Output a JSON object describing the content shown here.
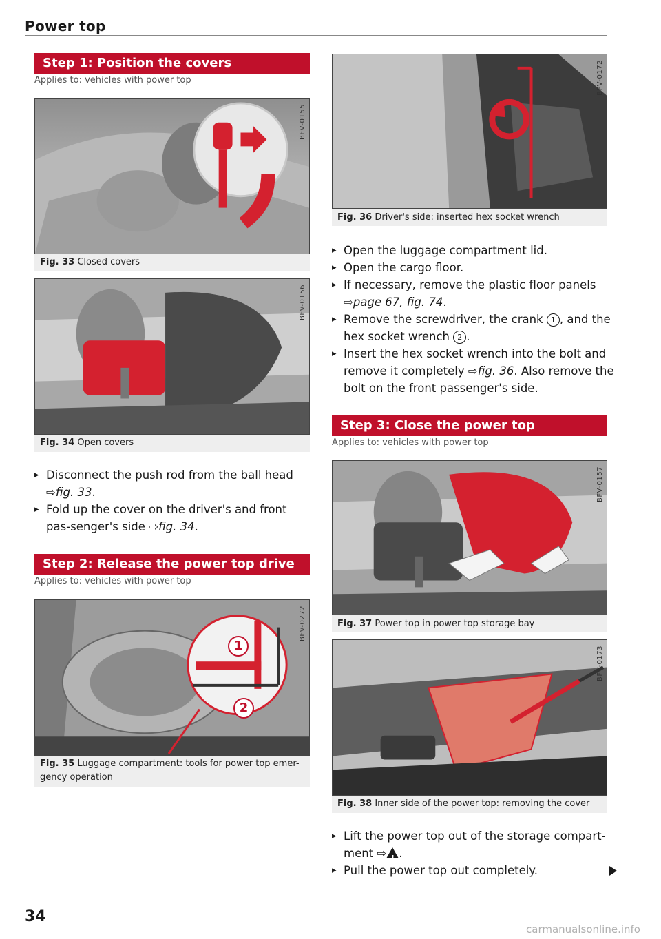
{
  "header": {
    "title": "Power top"
  },
  "steps": {
    "s1": {
      "title": "Step 1: Position the covers",
      "applies": "Applies to: vehicles with power top"
    },
    "s2": {
      "title": "Step 2: Release the power top drive",
      "applies": "Applies to: vehicles with power top"
    },
    "s3": {
      "title": "Step 3: Close the power top",
      "applies": "Applies to: vehicles with power top"
    }
  },
  "figures": {
    "f33": {
      "code": "BFV-0155",
      "num": "Fig. 33",
      "caption": " Closed covers"
    },
    "f34": {
      "code": "BFV-0156",
      "num": "Fig. 34",
      "caption": " Open covers"
    },
    "f35": {
      "code": "BFV-0272",
      "num": "Fig. 35",
      "caption": " Luggage compartment: tools for power top emer-gency operation",
      "callout1": "1",
      "callout2": "2"
    },
    "f36": {
      "code": "BFV-0172",
      "num": "Fig. 36",
      "caption": " Driver's side: inserted hex socket wrench"
    },
    "f37": {
      "code": "BFV-0157",
      "num": "Fig. 37",
      "caption": " Power top in power top storage bay"
    },
    "f38": {
      "code": "BFV-0173",
      "num": "Fig. 38",
      "caption": " Inner side of the power top: removing the cover"
    }
  },
  "bullets1": {
    "b1_text": "Disconnect the push rod from the ball head",
    "b1_ref": "⇨fig. 33",
    "b1_end": ".",
    "b2_text": "Fold up the cover on the driver's and front pas-senger's side ",
    "b2_ref": "⇨fig. 34",
    "b2_end": "."
  },
  "bullets2": {
    "b1": "Open the luggage compartment lid.",
    "b2": "Open the cargo floor.",
    "b3_text": "If necessary, remove the plastic floor panels",
    "b3_ref": "⇨page 67, fig. 74",
    "b3_end": ".",
    "b4_a": "Remove the screwdriver, the crank ",
    "b4_c1": "1",
    "b4_b": ", and the hex socket wrench ",
    "b4_c2": "2",
    "b4_end": ".",
    "b5_a": "Insert the hex socket wrench into the bolt and remove it completely ",
    "b5_ref": "⇨fig. 36",
    "b5_b": ". Also remove the bolt on the front passenger's side."
  },
  "bullets3": {
    "b1_a": "Lift the power top out of the storage compart-ment ",
    "b1_arrow": "⇨",
    "b1_end": ".",
    "b2": "Pull the power top out completely."
  },
  "page": {
    "number": "34"
  },
  "watermark": {
    "text": "carmanualsonline.info"
  },
  "colors": {
    "accent": "#c0102b",
    "caption_bg": "#eeeeee",
    "illustration_red": "#d4212f"
  }
}
